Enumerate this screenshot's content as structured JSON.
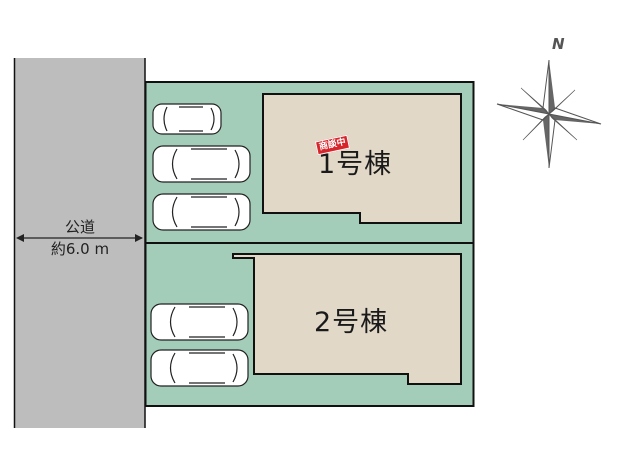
{
  "site_plan": {
    "road": {
      "label": "公道",
      "width_label": "約6.0 m",
      "color": "#bdbdbd"
    },
    "lot_color": "#a3cdb8",
    "building_color": "#e2d8c8",
    "buildings": [
      {
        "label": "1号棟",
        "status_badge": "商談中",
        "parking_spaces": 3
      },
      {
        "label": "2号棟",
        "parking_spaces": 2
      }
    ],
    "compass": {
      "label": "N"
    },
    "badge_color": "#d6262c"
  }
}
